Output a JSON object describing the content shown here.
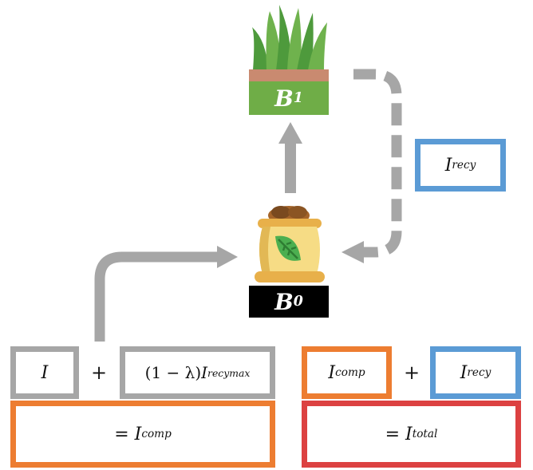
{
  "nodes": {
    "b1": {
      "label": "B",
      "sub": "1",
      "color": "#6fad47",
      "soil_color": "#c98a70"
    },
    "b0": {
      "label": "B",
      "sub": "0",
      "color": "#000000"
    }
  },
  "recycle_box": {
    "main": "I",
    "sub": "recy",
    "border": "#5b9bd5"
  },
  "left_equation": {
    "term1": "I",
    "plus": "+",
    "term2_prefix": "(1 − λ)",
    "term2_main": "I",
    "term2_sub": "recymax",
    "result_prefix": "= ",
    "result_main": "I",
    "result_sub": "comp"
  },
  "right_equation": {
    "term1_main": "I",
    "term1_sub": "comp",
    "plus": "+",
    "term2_main": "I",
    "term2_sub": "recy",
    "result_prefix": "= ",
    "result_main": "I",
    "result_sub": "total"
  },
  "colors": {
    "gray": "#a6a6a6",
    "orange": "#ed7d31",
    "blue": "#5b9bd5",
    "red": "#dc4141"
  }
}
